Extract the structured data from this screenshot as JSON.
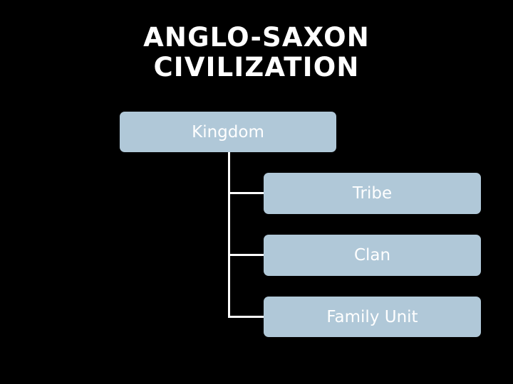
{
  "slide": {
    "background_color": "#000000",
    "title": "ANGLO-SAXON\nCIVILIZATION",
    "title_color": "#ffffff"
  },
  "diagram": {
    "type": "hierarchy",
    "node_fill_color": "#b0c8d8",
    "node_text_color": "#ffffff",
    "connector_color": "#ffffff",
    "root": {
      "label": "Kingdom"
    },
    "children": [
      {
        "label": "Tribe"
      },
      {
        "label": "Clan"
      },
      {
        "label": "Family Unit"
      }
    ]
  }
}
